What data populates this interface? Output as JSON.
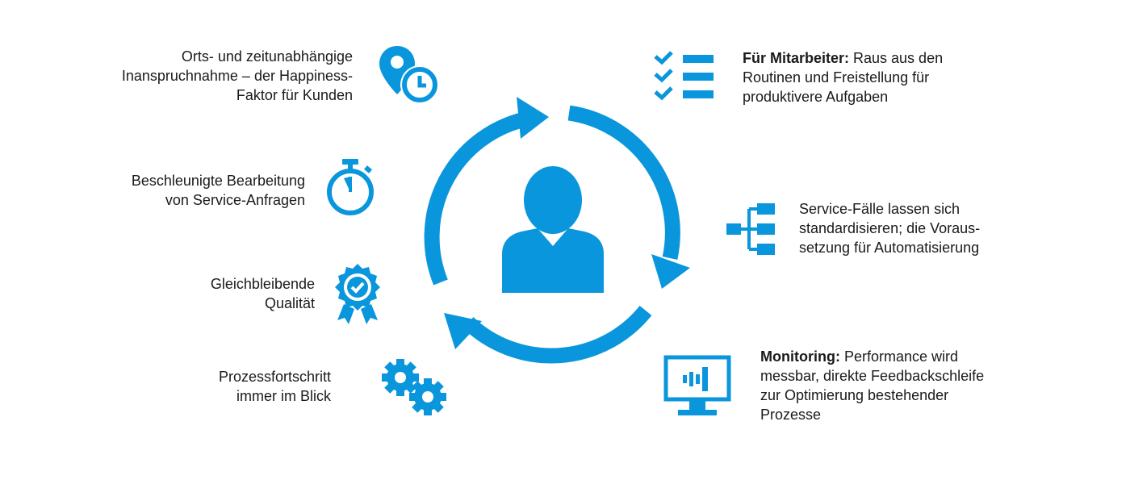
{
  "accent_color": "#0a96dc",
  "text_color": "#1a1a1a",
  "center": {
    "icon": "person-icon",
    "cycle": "circular-arrows"
  },
  "left_items": [
    {
      "icon": "location-clock-icon",
      "lines": [
        "Orts- und zeitunabhängige",
        "Inanspruchnahme – der Happiness-",
        "Faktor für Kunden"
      ]
    },
    {
      "icon": "stopwatch-icon",
      "lines": [
        "Beschleunigte Bearbeitung",
        "von Service-Anfragen"
      ]
    },
    {
      "icon": "award-badge-icon",
      "lines": [
        "Gleichbleibende",
        "Qualität"
      ]
    },
    {
      "icon": "gears-icon",
      "lines": [
        "Prozessfortschritt",
        "immer im Blick"
      ]
    }
  ],
  "right_items": [
    {
      "icon": "checklist-icon",
      "bold": "Für Mitarbeiter:",
      "lines": [
        " Raus aus den",
        "Routinen und Freistellung für",
        "produktivere Aufgaben"
      ]
    },
    {
      "icon": "hierarchy-icon",
      "bold": "",
      "lines": [
        "Service-Fälle lassen sich",
        "standardisieren; die Voraus-",
        "setzung für Automatisierung"
      ]
    },
    {
      "icon": "monitor-chart-icon",
      "bold": "Monitoring:",
      "lines": [
        " Performance wird",
        "messbar, direkte Feedbackschleife",
        "zur Optimierung bestehender",
        "Prozesse"
      ]
    }
  ]
}
